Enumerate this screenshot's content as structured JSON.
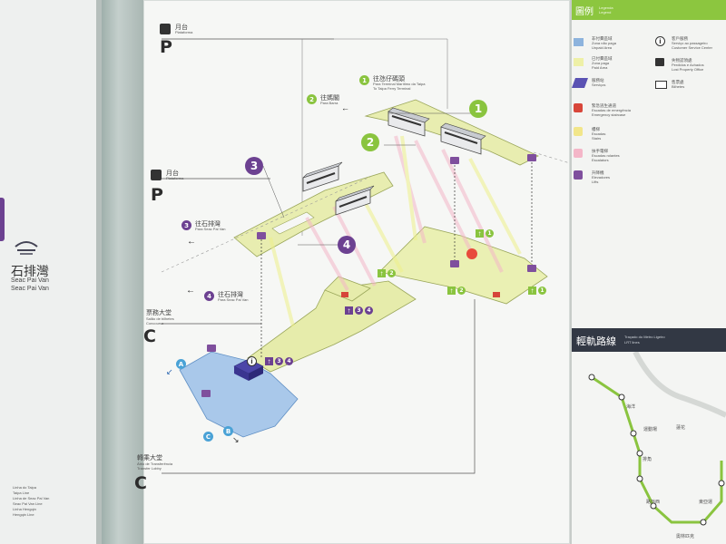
{
  "left_panel": {
    "station_cn": "石排灣",
    "station_pt": "Seac Pai Van",
    "station_en": "Seac Pai Van",
    "footer_lines": [
      "Linha do Taipa",
      "Taipa Line",
      "Linha de Seac Pai Van",
      "Seac Pai Van Line",
      "Linha Hengqin",
      "Hengqin Line"
    ]
  },
  "main_map": {
    "level_p_top": {
      "letter": "P",
      "cn": "月台",
      "pt": "Plataforma",
      "en": "Platform"
    },
    "level_p_mid": {
      "letter": "P",
      "cn": "月台",
      "pt": "Plataforma",
      "en": "Platform"
    },
    "level_c_mid": {
      "letter": "C",
      "cn": "票務大堂",
      "pt": "Salão de bilhetes",
      "en": "Concourse"
    },
    "level_c_bottom": {
      "letter": "C",
      "cn": "轉乘大堂",
      "pt": "Átrio de Transferência",
      "en": "Transfer Lobby"
    },
    "dest_1": {
      "num": "1",
      "cn": "往氹仔碼頭",
      "pt": "Para Terminal Marítimo da Taipa",
      "en": "To Taipa Ferry Terminal"
    },
    "dest_2": {
      "num": "2",
      "cn": "往媽閣",
      "pt": "Para Barra",
      "en": "To Barra"
    },
    "dest_3": {
      "num": "3",
      "cn": "往石排灣",
      "pt": "Para Seac Pai Van",
      "en": "To Seac Pai Van"
    },
    "dest_4": {
      "num": "4",
      "cn": "往石排灣",
      "pt": "Para Seac Pai Van",
      "en": "To Seac Pai Van"
    },
    "platform_badges": [
      "1",
      "2",
      "3",
      "4"
    ],
    "arrow_groups": [
      {
        "label": "1",
        "color": "#8ac43f"
      },
      {
        "label": "2",
        "color": "#8ac43f"
      },
      {
        "label": "3",
        "color": "#6c4191"
      },
      {
        "label": "4",
        "color": "#6c4191"
      }
    ],
    "exits": [
      "A",
      "B",
      "C"
    ]
  },
  "legend": {
    "title_cn": "圖例",
    "title_pt": "Legenda",
    "title_en": "Legend",
    "items": [
      {
        "swatch": "#8db3dd",
        "cn": "非付費區域",
        "pt": "Zona não paga",
        "en": "Unpaid Area"
      },
      {
        "swatch": "#eef0a7",
        "cn": "已付費區域",
        "pt": "Zona paga",
        "en": "Paid Area"
      },
      {
        "swatch": "#5a52b3",
        "cn": "服務站",
        "pt": "Serviços",
        "en": "Services"
      },
      {
        "icon": "emergency-stairs-icon",
        "cn": "緊急逃生通道",
        "pt": "Escadas de emergência",
        "en": "Emergency staircase"
      },
      {
        "icon": "stairs-icon",
        "cn": "樓梯",
        "pt": "Escadas",
        "en": "Stairs"
      },
      {
        "icon": "escalator-icon",
        "cn": "扶手電梯",
        "pt": "Escadas rolantes",
        "en": "Escalators"
      },
      {
        "icon": "elevator-icon",
        "cn": "升降機",
        "pt": "Elevadores",
        "en": "Lifts"
      }
    ],
    "items_right": [
      {
        "icon": "info-icon",
        "cn": "客戶服務",
        "pt": "Serviço ao passageiro",
        "en": "Customer Service Center"
      },
      {
        "icon": "lost-property-icon",
        "cn": "失物認領處",
        "pt": "Perdidos e Achados",
        "en": "Lost Property Office"
      },
      {
        "icon": "ticket-icon",
        "cn": "售票處",
        "pt": "Bilhetes",
        "en": "Tickets"
      }
    ]
  },
  "route_map": {
    "title_cn": "輕軌路線",
    "title_pt": "Traçado do Metro Ligeiro",
    "title_en": "LRT lines",
    "stations": [
      "海洋",
      "運動場",
      "排角",
      "蓮花",
      "路氹西",
      "東亞運",
      "奧林匹克"
    ]
  },
  "colors": {
    "unpaid": "#8db3dd",
    "paid": "#eef0a7",
    "green": "#8ac43f",
    "purple": "#6c4191",
    "blue": "#4aa2d6"
  }
}
